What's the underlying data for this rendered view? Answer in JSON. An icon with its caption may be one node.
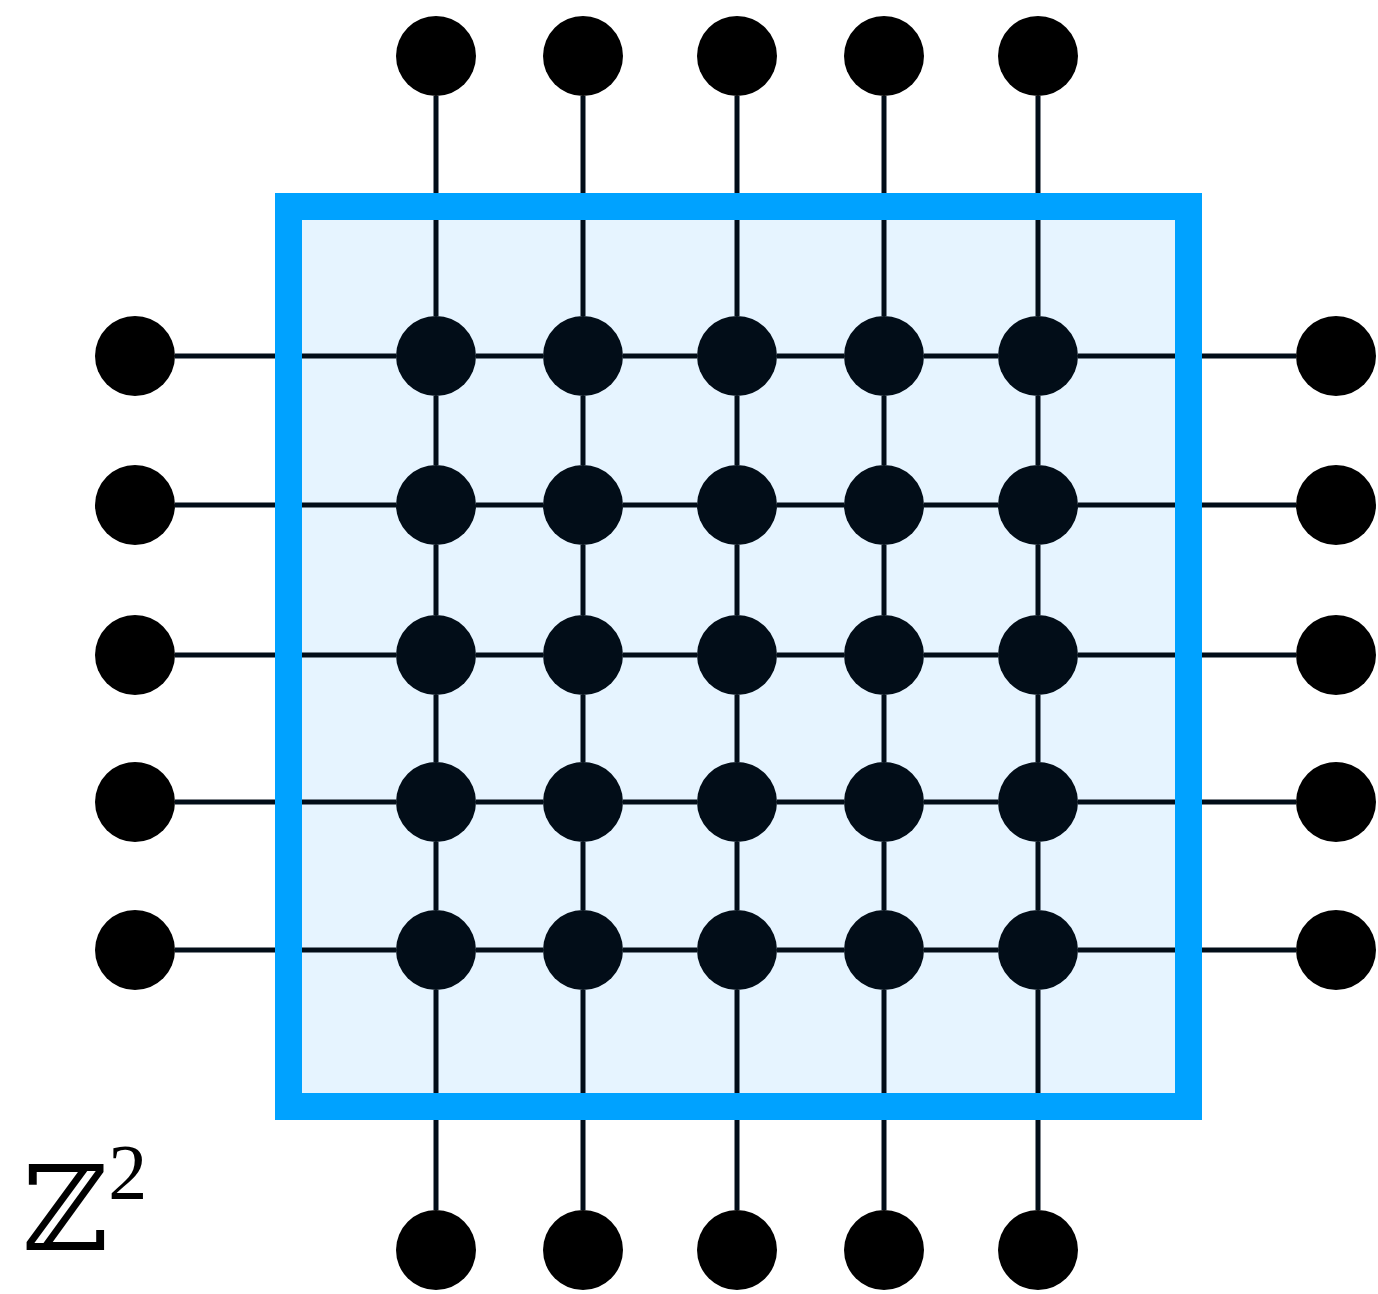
{
  "diagram": {
    "nodes": [
      {
        "text": [],
        "shape": "box"
      },
      {
        "text": [],
        "shape": "circle"
      },
      {
        "text": [],
        "shape": "circle"
      },
      {
        "text": [],
        "shape": "circle"
      },
      {
        "text": [],
        "shape": "circle"
      },
      {
        "text": [],
        "shape": "circle"
      },
      {
        "text": [],
        "shape": "circle"
      },
      {
        "text": [],
        "shape": "circle",
        "in": 0
      },
      {
        "text": [],
        "shape": "circle",
        "in": 0
      },
      {
        "text": [],
        "shape": "circle",
        "in": 0
      },
      {
        "text": [],
        "shape": "circle",
        "in": 0
      },
      {
        "text": [],
        "shape": "circle",
        "in": 0
      },
      {
        "text": [],
        "shape": "circle"
      },
      {
        "text": [],
        "shape": "circle"
      },
      {
        "text": [],
        "shape": "circle",
        "in": 0
      },
      {
        "text": [],
        "shape": "circle",
        "in": 0
      },
      {
        "text": [],
        "shape": "circle",
        "in": 0
      },
      {
        "text": [],
        "shape": "circle",
        "in": 0
      },
      {
        "text": [],
        "shape": "circle",
        "in": 0
      },
      {
        "text": [],
        "shape": "circle"
      },
      {
        "text": [],
        "shape": "circle"
      },
      {
        "text": [],
        "shape": "circle",
        "in": 0
      },
      {
        "text": [],
        "shape": "circle",
        "in": 0
      },
      {
        "text": [],
        "shape": "circle",
        "in": 0
      },
      {
        "text": [],
        "shape": "circle",
        "in": 0
      },
      {
        "text": [],
        "shape": "circle",
        "in": 0
      },
      {
        "text": [],
        "shape": "circle"
      },
      {
        "text": [],
        "shape": "circle"
      },
      {
        "text": [],
        "shape": "circle",
        "in": 0
      },
      {
        "text": [],
        "shape": "circle",
        "in": 0
      },
      {
        "text": [],
        "shape": "circle",
        "in": 0
      },
      {
        "text": [],
        "shape": "circle",
        "in": 0
      },
      {
        "text": [],
        "shape": "circle",
        "in": 0
      },
      {
        "text": [],
        "shape": "circle"
      },
      {
        "text": [],
        "shape": "circle"
      },
      {
        "text": [],
        "shape": "circle",
        "in": 0
      },
      {
        "text": [],
        "shape": "circle",
        "in": 0
      },
      {
        "text": [],
        "shape": "circle",
        "in": 0
      },
      {
        "text": [],
        "shape": "circle",
        "in": 0
      },
      {
        "text": [],
        "shape": "circle",
        "in": 0
      },
      {
        "text": [],
        "shape": "circle"
      },
      {
        "text": [],
        "shape": "circle"
      },
      {
        "text": [],
        "shape": "circle"
      },
      {
        "text": [],
        "shape": "circle"
      },
      {
        "text": [],
        "shape": "circle"
      },
      {
        "text": [],
        "shape": "circle"
      }
    ],
    "edges": [
      {
        "from": 6,
        "to": 7,
        "arrow": "none"
      },
      {
        "from": 7,
        "to": 8,
        "arrow": "none"
      },
      {
        "from": 8,
        "to": 9,
        "arrow": "none"
      },
      {
        "from": 9,
        "to": 10,
        "arrow": "none"
      },
      {
        "from": 10,
        "to": 11,
        "arrow": "none"
      },
      {
        "from": 11,
        "to": 12,
        "arrow": "none"
      },
      {
        "from": 13,
        "to": 14,
        "arrow": "none"
      },
      {
        "from": 14,
        "to": 15,
        "arrow": "none"
      },
      {
        "from": 15,
        "to": 16,
        "arrow": "none"
      },
      {
        "from": 16,
        "to": 17,
        "arrow": "none"
      },
      {
        "from": 17,
        "to": 18,
        "arrow": "none"
      },
      {
        "from": 18,
        "to": 19,
        "arrow": "none"
      },
      {
        "from": 20,
        "to": 21,
        "arrow": "none"
      },
      {
        "from": 21,
        "to": 22,
        "arrow": "none"
      },
      {
        "from": 22,
        "to": 23,
        "arrow": "none"
      },
      {
        "from": 23,
        "to": 24,
        "arrow": "none"
      },
      {
        "from": 24,
        "to": 25,
        "arrow": "none"
      },
      {
        "from": 25,
        "to": 26,
        "arrow": "none"
      },
      {
        "from": 27,
        "to": 28,
        "arrow": "none"
      },
      {
        "from": 28,
        "to": 29,
        "arrow": "none"
      },
      {
        "from": 29,
        "to": 30,
        "arrow": "none"
      },
      {
        "from": 30,
        "to": 31,
        "arrow": "none"
      },
      {
        "from": 31,
        "to": 32,
        "arrow": "none"
      },
      {
        "from": 32,
        "to": 33,
        "arrow": "none"
      },
      {
        "from": 34,
        "to": 35,
        "arrow": "none"
      },
      {
        "from": 35,
        "to": 36,
        "arrow": "none"
      },
      {
        "from": 36,
        "to": 37,
        "arrow": "none"
      },
      {
        "from": 37,
        "to": 38,
        "arrow": "none"
      },
      {
        "from": 38,
        "to": 39,
        "arrow": "none"
      },
      {
        "from": 39,
        "to": 40,
        "arrow": "none"
      },
      {
        "from": 1,
        "to": 7,
        "arrow": "none"
      },
      {
        "from": 7,
        "to": 14,
        "arrow": "none"
      },
      {
        "from": 14,
        "to": 21,
        "arrow": "none"
      },
      {
        "from": 21,
        "to": 28,
        "arrow": "none"
      },
      {
        "from": 28,
        "to": 35,
        "arrow": "none"
      },
      {
        "from": 35,
        "to": 41,
        "arrow": "none"
      },
      {
        "from": 2,
        "to": 8,
        "arrow": "none"
      },
      {
        "from": 8,
        "to": 15,
        "arrow": "none"
      },
      {
        "from": 15,
        "to": 22,
        "arrow": "none"
      },
      {
        "from": 22,
        "to": 29,
        "arrow": "none"
      },
      {
        "from": 29,
        "to": 36,
        "arrow": "none"
      },
      {
        "from": 36,
        "to": 42,
        "arrow": "none"
      },
      {
        "from": 3,
        "to": 9,
        "arrow": "none"
      },
      {
        "from": 9,
        "to": 16,
        "arrow": "none"
      },
      {
        "from": 16,
        "to": 23,
        "arrow": "none"
      },
      {
        "from": 23,
        "to": 30,
        "arrow": "none"
      },
      {
        "from": 30,
        "to": 37,
        "arrow": "none"
      },
      {
        "from": 37,
        "to": 43,
        "arrow": "none"
      },
      {
        "from": 4,
        "to": 10,
        "arrow": "none"
      },
      {
        "from": 10,
        "to": 17,
        "arrow": "none"
      },
      {
        "from": 17,
        "to": 24,
        "arrow": "none"
      },
      {
        "from": 24,
        "to": 31,
        "arrow": "none"
      },
      {
        "from": 31,
        "to": 38,
        "arrow": "none"
      },
      {
        "from": 38,
        "to": 44,
        "arrow": "none"
      },
      {
        "from": 5,
        "to": 11,
        "arrow": "none"
      },
      {
        "from": 11,
        "to": 18,
        "arrow": "none"
      },
      {
        "from": 18,
        "to": 25,
        "arrow": "none"
      },
      {
        "from": 25,
        "to": 32,
        "arrow": "none"
      },
      {
        "from": 32,
        "to": 39,
        "arrow": "none"
      },
      {
        "from": 39,
        "to": 45,
        "arrow": "none"
      }
    ],
    "labels": [
      "ℤ$^{2}$"
    ]
  }
}
